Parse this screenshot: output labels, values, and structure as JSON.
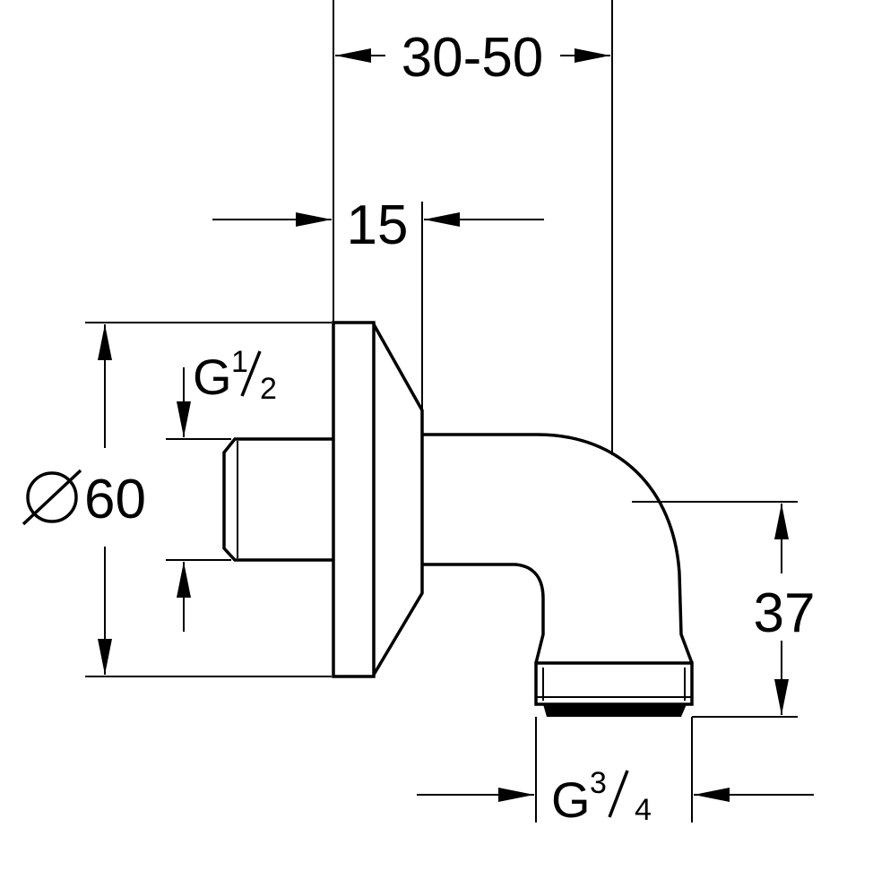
{
  "drawing": {
    "dimensions": {
      "projection": "30-50",
      "flange_depth": "15",
      "inlet_thread": {
        "prefix": "G",
        "num": "1",
        "den": "2"
      },
      "flange_diameter": {
        "symbol": "⌀",
        "value": "60"
      },
      "outlet_height": "37",
      "outlet_thread": {
        "prefix": "G",
        "num": "3",
        "den": "4"
      }
    },
    "colors": {
      "line": "#000000",
      "background": "#ffffff"
    }
  }
}
